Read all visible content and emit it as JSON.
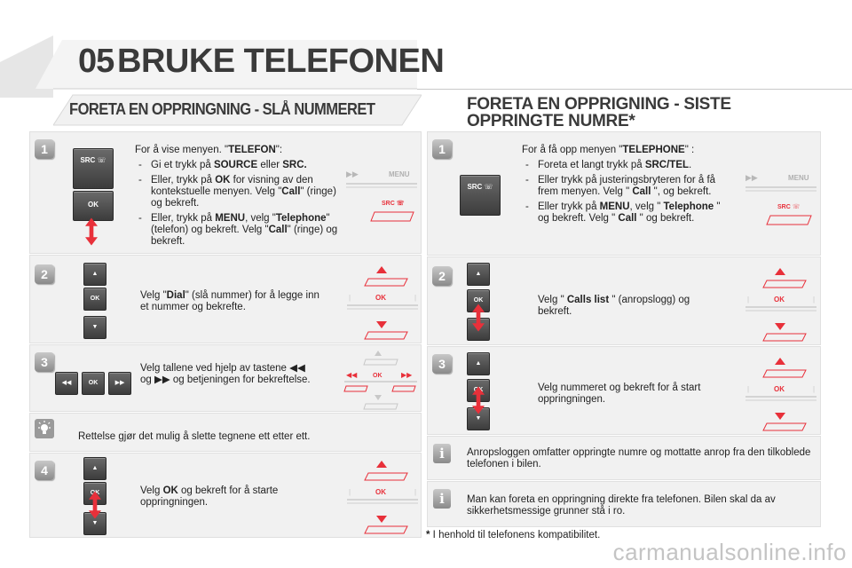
{
  "header": {
    "chapter_number": "05",
    "chapter_title": "BRUKE TELEFONEN"
  },
  "left_section": {
    "title": "FORETA EN OPPRINGNING - SLÅ NUMMERET",
    "step1": {
      "number": "1",
      "intro_a": "For å vise menyen. \"",
      "intro_b": "TELEFON",
      "intro_c": "\":",
      "b1_a": "Gi et trykk på ",
      "b1_b": "SOURCE",
      "b1_c": " eller ",
      "b1_d": "SRC.",
      "b2_a": "Eller, trykk på ",
      "b2_b": "OK",
      "b2_c": " for visning av den kontekstuelle menyen. Velg \"",
      "b2_d": "Call",
      "b2_e": "\" (ringe) og bekreft.",
      "b3_a": "Eller, trykk på ",
      "b3_b": "MENU",
      "b3_c": ", velg \"",
      "b3_d": "Telephone",
      "b3_e": "\" (telefon) og bekreft. Velg \"",
      "b3_f": "Call",
      "b3_g": "\" (ringe) og bekreft.",
      "src_label": "SRC",
      "ok_label": "OK"
    },
    "step2": {
      "number": "2",
      "text_a": "Velg \"",
      "text_b": "Dial",
      "text_c": "\" (slå nummer) for å legge inn et nummer og bekrefte."
    },
    "step3": {
      "number": "3",
      "text_a": "Velg tallene ved hjelp av tastene ",
      "text_b": " og ",
      "text_c": " og betjeningen for bekreftelse."
    },
    "tip": {
      "text": "Rettelse gjør det mulig å slette tegnene ett etter ett."
    },
    "step4": {
      "number": "4",
      "text_a": "Velg ",
      "text_b": "OK",
      "text_c": " og bekreft for å starte oppringningen."
    }
  },
  "right_section": {
    "title_line1": "FORETA EN OPPRIGNING - SISTE",
    "title_line2": "OPPRINGTE NUMRE*",
    "step1": {
      "number": "1",
      "intro_a": "For å få opp menyen \"",
      "intro_b": "TELEPHONE",
      "intro_c": "\" :",
      "b1_a": "Foreta et langt trykk på ",
      "b1_b": "SRC/TEL",
      "b1_c": ".",
      "b2_a": "Eller trykk på justeringsbryteren for å få frem menyen. Velg \" ",
      "b2_b": "Call",
      "b2_c": " \", og bekreft.",
      "b3_a": "Eller trykk på ",
      "b3_b": "MENU",
      "b3_c": ", velg \" ",
      "b3_d": "Telephone",
      "b3_e": " \" og bekreft. Velg \" ",
      "b3_f": "Call",
      "b3_g": " \" og bekreft."
    },
    "step2": {
      "number": "2",
      "text_a": "Velg \" ",
      "text_b": "Calls list",
      "text_c": " \" (anropslogg) og bekreft."
    },
    "step3": {
      "number": "3",
      "text": "Velg nummeret og bekreft for å start oppringningen."
    },
    "info1": "Anropsloggen omfatter oppringte numre og mottatte anrop fra den tilkoblede telefonen i bilen.",
    "info2": "Man kan foreta en oppringning direkte fra telefonen. Bilen skal da av sikkerhetsmessige grunner stå i ro."
  },
  "footnote": {
    "star": "*",
    "text": " I henhold til telefonens kompatibilitet."
  },
  "diagram_labels": {
    "menu": "MENU",
    "src": "SRC",
    "ok": "OK"
  },
  "watermark": "carmanualsonline.info",
  "colors": {
    "accent_red": "#e8303a",
    "panel_bg": "#f1f1f1",
    "title_gray": "#3a3a3a"
  }
}
